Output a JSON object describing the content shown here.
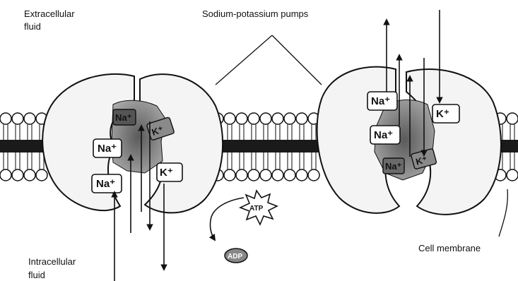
{
  "labels": {
    "extracellular": [
      "Extracellular",
      "fluid"
    ],
    "pumps": "Sodium-potassium pumps",
    "intracellular": [
      "Intracellular",
      "fluid"
    ],
    "membrane": "Cell membrane"
  },
  "ions": {
    "na": "Na⁺",
    "k": "K⁺",
    "atp": "ATP",
    "adp": "ADP"
  },
  "colors": {
    "ink": "#111111",
    "membrane_core": "#1a1a1a",
    "channel": "#7a7a7a"
  }
}
